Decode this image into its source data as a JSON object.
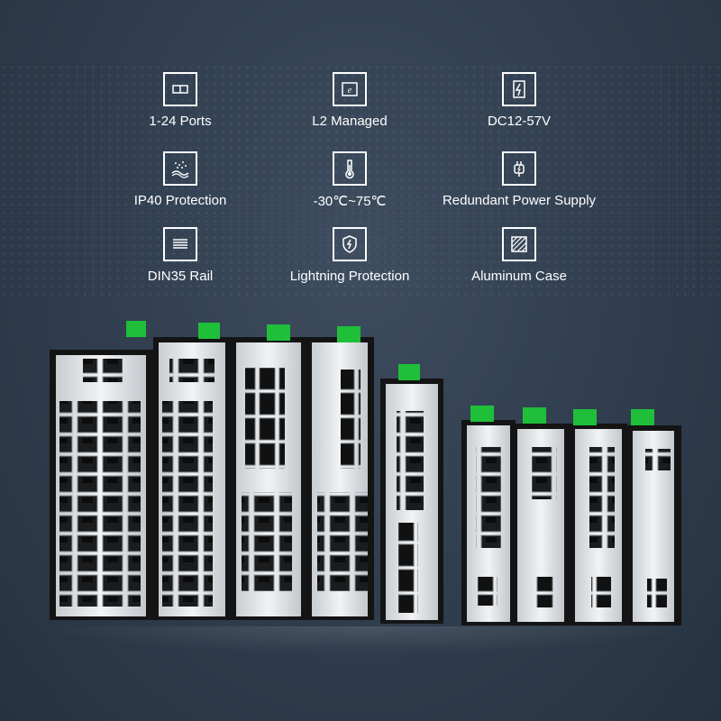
{
  "features": [
    {
      "label": "1-24 Ports",
      "icon": "ports-icon"
    },
    {
      "label": "L2 Managed",
      "icon": "managed-icon"
    },
    {
      "label": "DC12-57V",
      "icon": "power-icon"
    },
    {
      "label": "IP40 Protection",
      "icon": "ip40-icon"
    },
    {
      "label": "-30℃~75℃",
      "icon": "thermometer-icon"
    },
    {
      "label": "Redundant Power Supply",
      "icon": "redundant-power-icon"
    },
    {
      "label": "DIN35 Rail",
      "icon": "din-rail-icon"
    },
    {
      "label": "Lightning Protection",
      "icon": "lightning-shield-icon"
    },
    {
      "label": "Aluminum Case",
      "icon": "aluminum-case-icon"
    }
  ],
  "colors": {
    "background": "#2f3d4e",
    "text": "#ffffff",
    "terminal_green": "#1fbf3a",
    "case_silver": "#d9dde0",
    "case_black": "#151515"
  }
}
